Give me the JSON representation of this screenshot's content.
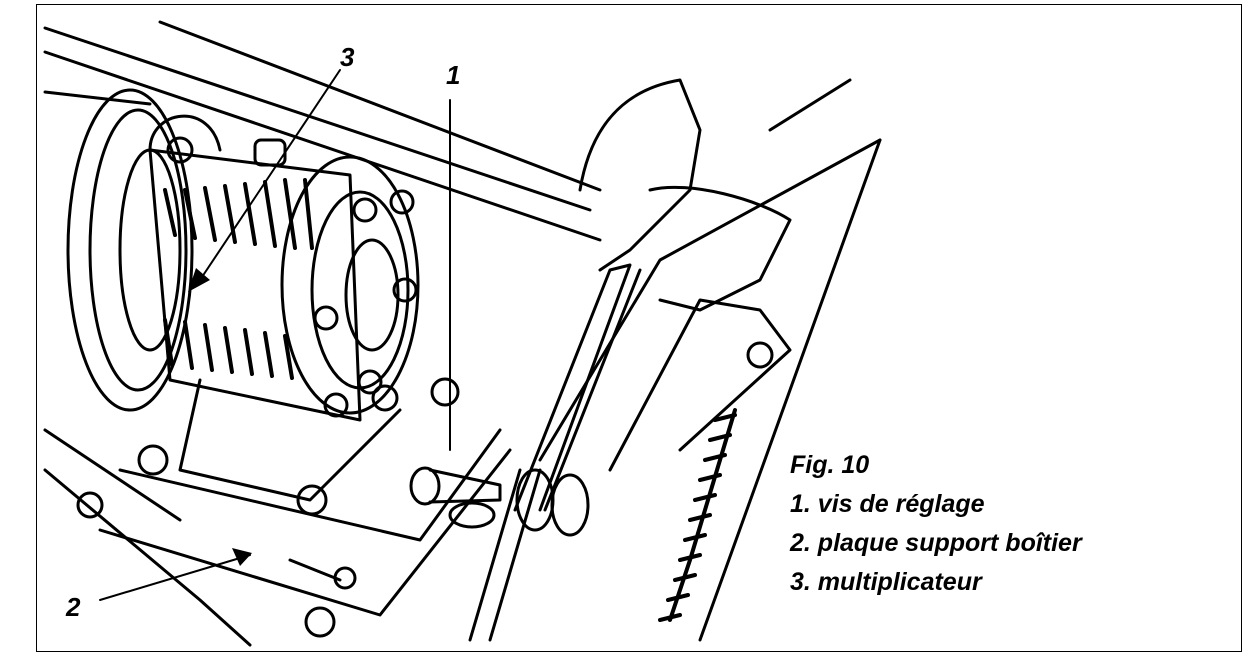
{
  "figure": {
    "caption": "Fig. 10",
    "legend": [
      "1. vis de réglage",
      "2. plaque support boîtier",
      "3. multiplicateur"
    ],
    "callouts": {
      "one": "1",
      "two": "2",
      "three": "3"
    }
  }
}
